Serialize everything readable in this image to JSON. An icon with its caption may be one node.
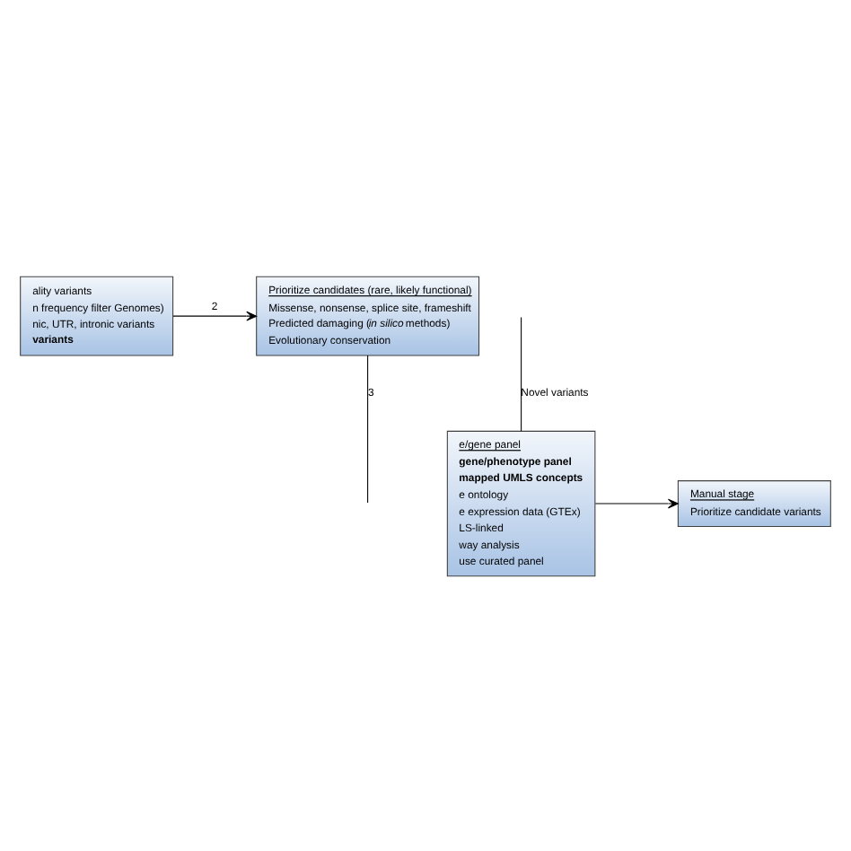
{
  "diagram": {
    "nodes": [
      {
        "text": [
          "ality variants",
          "n frequency filter Genomes)",
          "nic, UTR, intronic variants",
          "variants"
        ]
      },
      {
        "text": [
          "Prioritize candidates (rare, likely functional)",
          "Missense, nonsense, splice site, frameshift",
          "Predicted damaging (*in silico* methods)",
          "Evolutionary conservation"
        ]
      },
      {
        "text": [
          "e/gene panel",
          "gene/phenotype panel",
          "mapped UMLS concepts",
          "e ontology",
          "e expression data (GTEx)",
          "LS-linked",
          "way analysis",
          "use curated panel"
        ]
      },
      {
        "text": [
          "Manual stage",
          "Prioritize candidate variants"
        ]
      }
    ],
    "edges": [
      {
        "from": 0,
        "to": 1,
        "arrow": "to",
        "label": "2"
      },
      {
        "from": 1,
        "to": null,
        "arrow": "none",
        "label": "3"
      },
      {
        "from": null,
        "to": 2,
        "arrow": "none",
        "label": "Novel variants"
      },
      {
        "from": 2,
        "to": 3,
        "arrow": "to"
      }
    ]
  }
}
